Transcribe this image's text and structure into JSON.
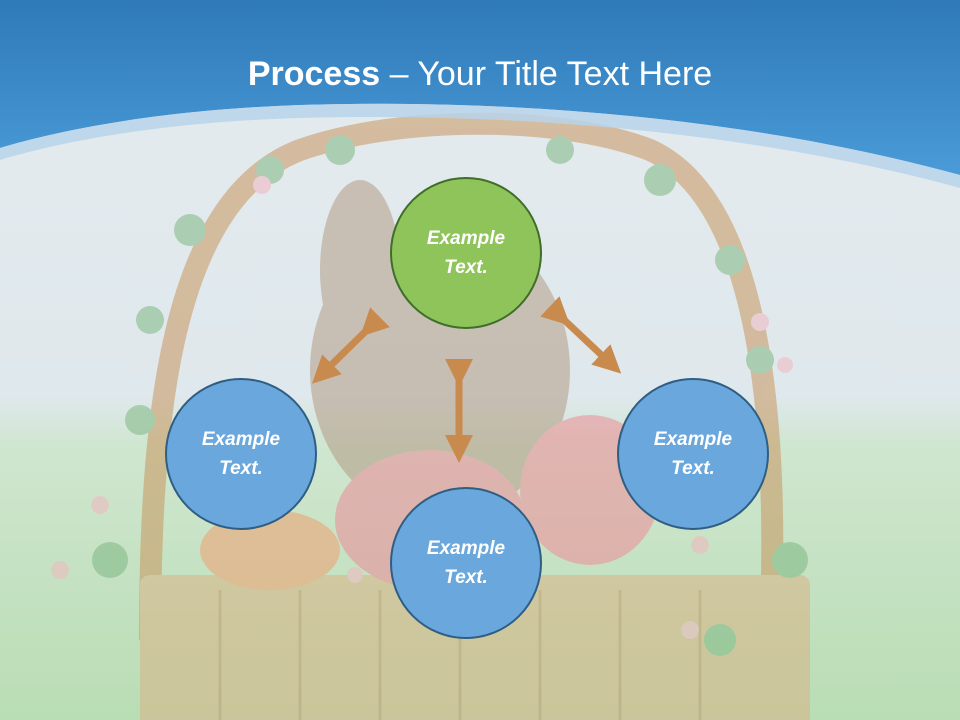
{
  "title": {
    "bold": "Process",
    "rest": " – Your Title Text Here"
  },
  "nodes": {
    "top": "Example Text.",
    "left": "Example Text.",
    "right": "Example Text.",
    "bottom": "Example Text."
  },
  "colors": {
    "header_blue": "#3f8fcf",
    "node_blue": "#6aa7dc",
    "node_green": "#8fc45a",
    "arrow": "#c98a4e"
  }
}
